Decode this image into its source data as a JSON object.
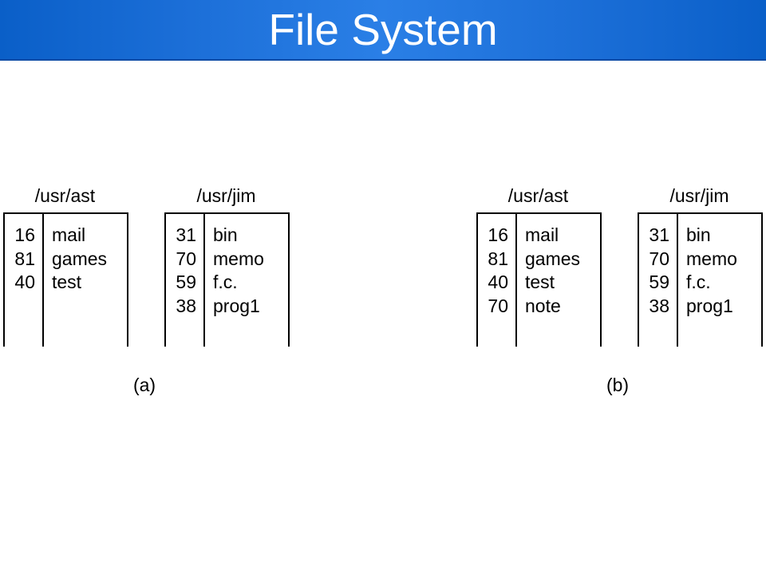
{
  "title": "File System",
  "panels": [
    {
      "caption": "(a)",
      "dirs": [
        {
          "name": "/usr/ast",
          "entries": [
            {
              "inode": "16",
              "name": "mail"
            },
            {
              "inode": "81",
              "name": "games"
            },
            {
              "inode": "40",
              "name": "test"
            }
          ]
        },
        {
          "name": "/usr/jim",
          "entries": [
            {
              "inode": "31",
              "name": "bin"
            },
            {
              "inode": "70",
              "name": "memo"
            },
            {
              "inode": "59",
              "name": "f.c."
            },
            {
              "inode": "38",
              "name": "prog1"
            }
          ]
        }
      ]
    },
    {
      "caption": "(b)",
      "dirs": [
        {
          "name": "/usr/ast",
          "entries": [
            {
              "inode": "16",
              "name": "mail"
            },
            {
              "inode": "81",
              "name": "games"
            },
            {
              "inode": "40",
              "name": "test"
            },
            {
              "inode": "70",
              "name": "note"
            }
          ]
        },
        {
          "name": "/usr/jim",
          "entries": [
            {
              "inode": "31",
              "name": "bin"
            },
            {
              "inode": "70",
              "name": "memo"
            },
            {
              "inode": "59",
              "name": "f.c."
            },
            {
              "inode": "38",
              "name": "prog1"
            }
          ]
        }
      ]
    }
  ]
}
